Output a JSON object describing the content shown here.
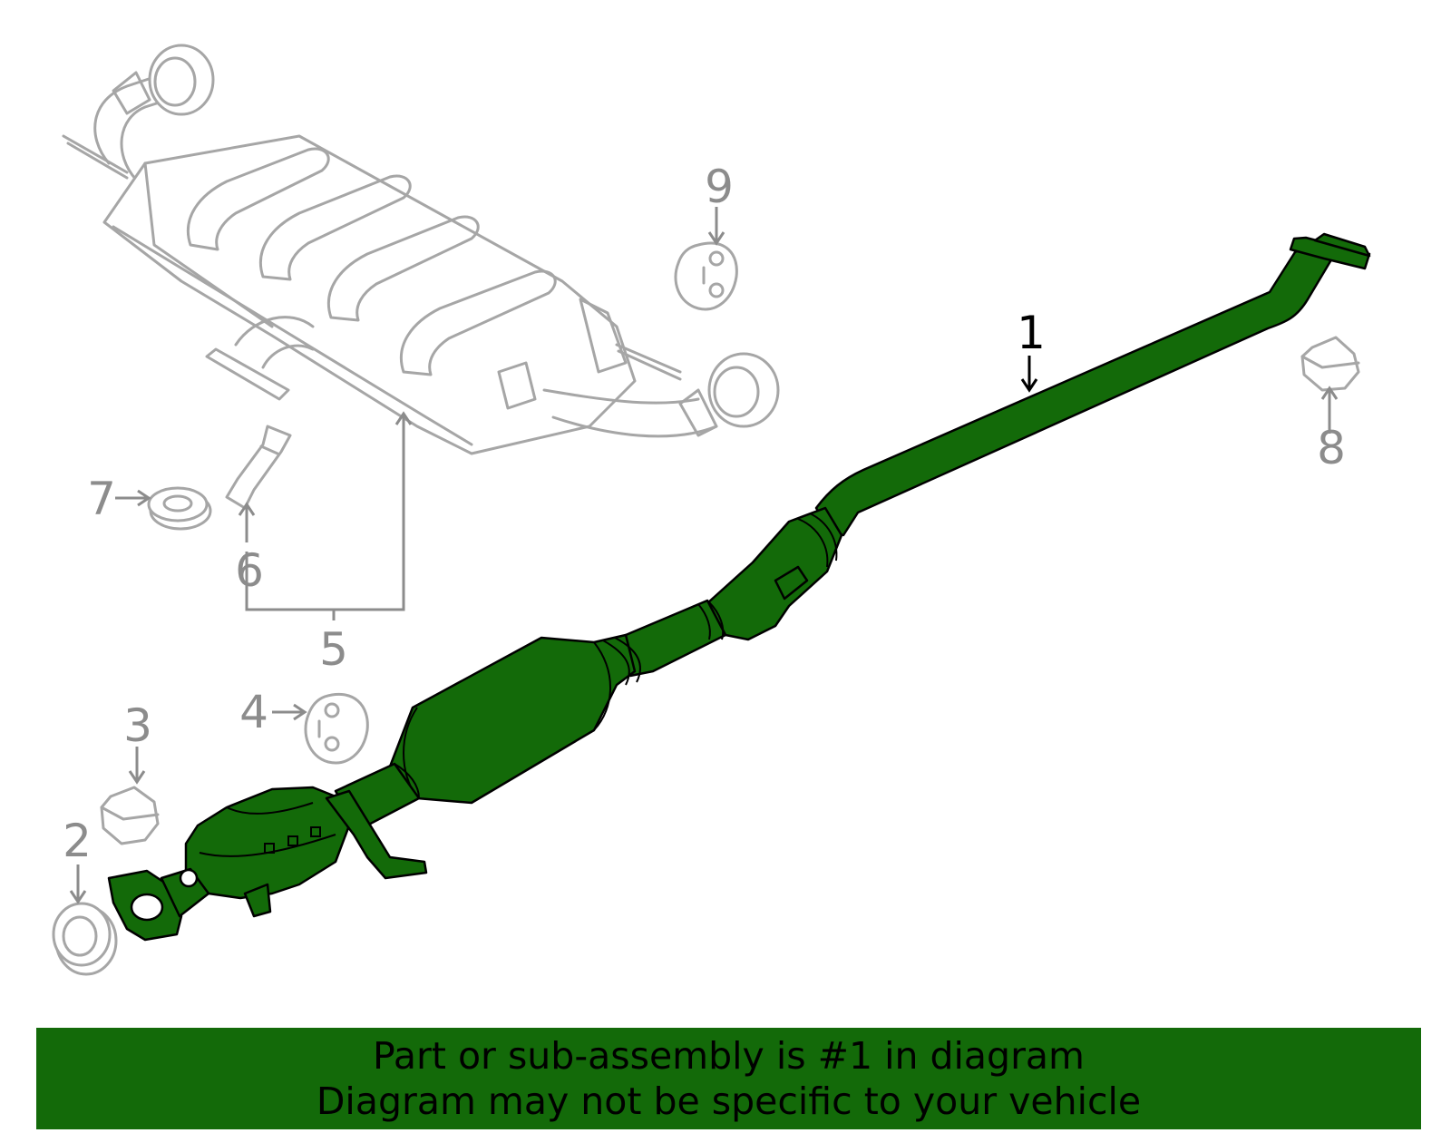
{
  "colors": {
    "highlight": "#136a09",
    "ghost": "#a6a6a6",
    "callout_gray": "#8c8c8c",
    "callout_active": "#000000",
    "banner_bg": "#136a09"
  },
  "callouts": {
    "c1": "1",
    "c2": "2",
    "c3": "3",
    "c4": "4",
    "c5": "5",
    "c6": "6",
    "c7": "7",
    "c8": "8",
    "c9": "9"
  },
  "highlighted_part": "1",
  "banner": {
    "line1": "Part or sub-assembly is #1 in diagram",
    "line2": "Diagram may not be specific to your vehicle"
  }
}
